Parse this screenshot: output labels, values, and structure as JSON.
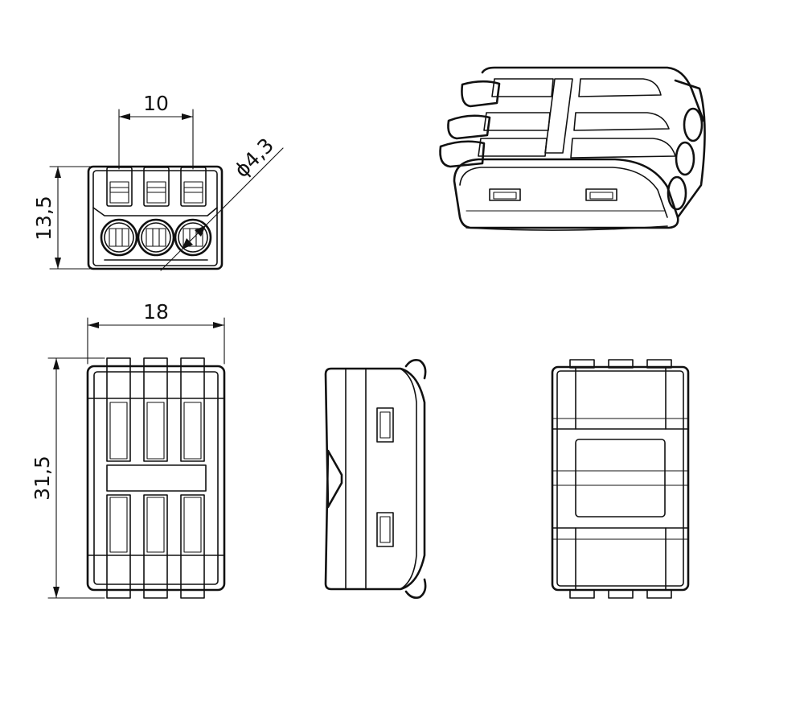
{
  "drawing": {
    "line_color": "#111111",
    "background": "#ffffff"
  },
  "dimensions": {
    "front_width": "10",
    "front_height": "13,5",
    "hole_diameter": "ϕ4,3",
    "top_width": "18",
    "top_length": "31,5"
  }
}
